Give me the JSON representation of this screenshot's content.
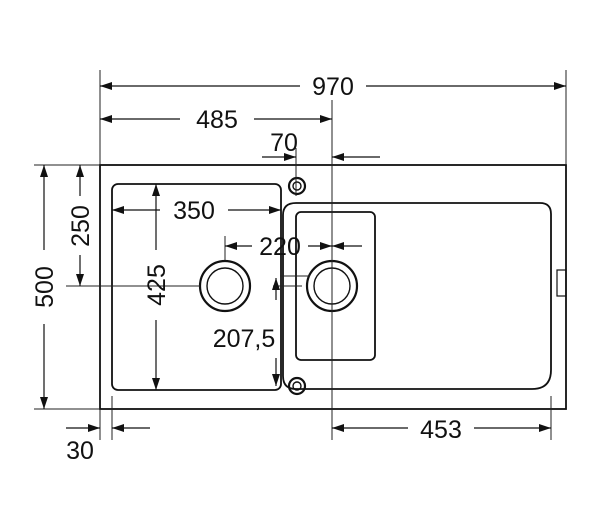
{
  "dimensions": {
    "overall_width": "970",
    "half_width": "485",
    "tap_hole_offset": "70",
    "main_bowl_width": "350",
    "half_depth": "250",
    "overall_depth": "500",
    "main_bowl_depth": "425",
    "drain_spacing": "220",
    "drain_offset": "207,5",
    "edge_margin": "30",
    "drainer_width": "453"
  },
  "colors": {
    "line": "#111111",
    "background": "#ffffff"
  }
}
